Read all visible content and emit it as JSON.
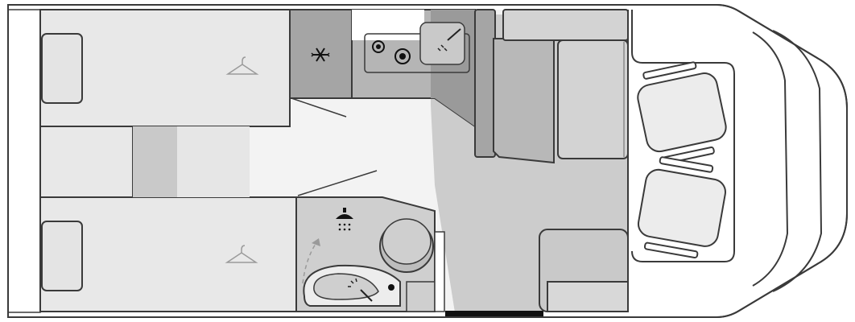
{
  "floorplan": {
    "labels": [],
    "zones": {
      "bed": "bed",
      "wardrobe": "wardrobe",
      "fridge": "fridge",
      "hob": "gas-hob",
      "kitchen_sink": "kitchen-sink",
      "bathroom": "bathroom",
      "shower": "shower",
      "toilet": "toilet",
      "washbasin": "washbasin",
      "dinette": "dinette",
      "cab_seats": "cab-seats",
      "entrance_door": "entrance-door"
    },
    "icons": {
      "hanger": "hanger-icon",
      "snowflake": "snowflake-icon",
      "burner": "gas-burner-icon",
      "faucet": "faucet-icon",
      "shower_head": "shower-head-icon",
      "door_swing": "door-swing-arrow-icon"
    },
    "colors": {
      "outline": "#3a3a3a",
      "floor": "#f3f3f3",
      "floor_white": "#ffffff",
      "bed_fill": "#e8e8e8",
      "pillow_fill": "#e4e4e4",
      "furniture_mid": "#c9c9c9",
      "furniture_dark": "#a5a5a5",
      "aisle_shade": "#c4c4c4",
      "door_bar": "#111111",
      "bath_fill": "#cfcfcf",
      "cab_fill": "#f7f7f7"
    }
  }
}
